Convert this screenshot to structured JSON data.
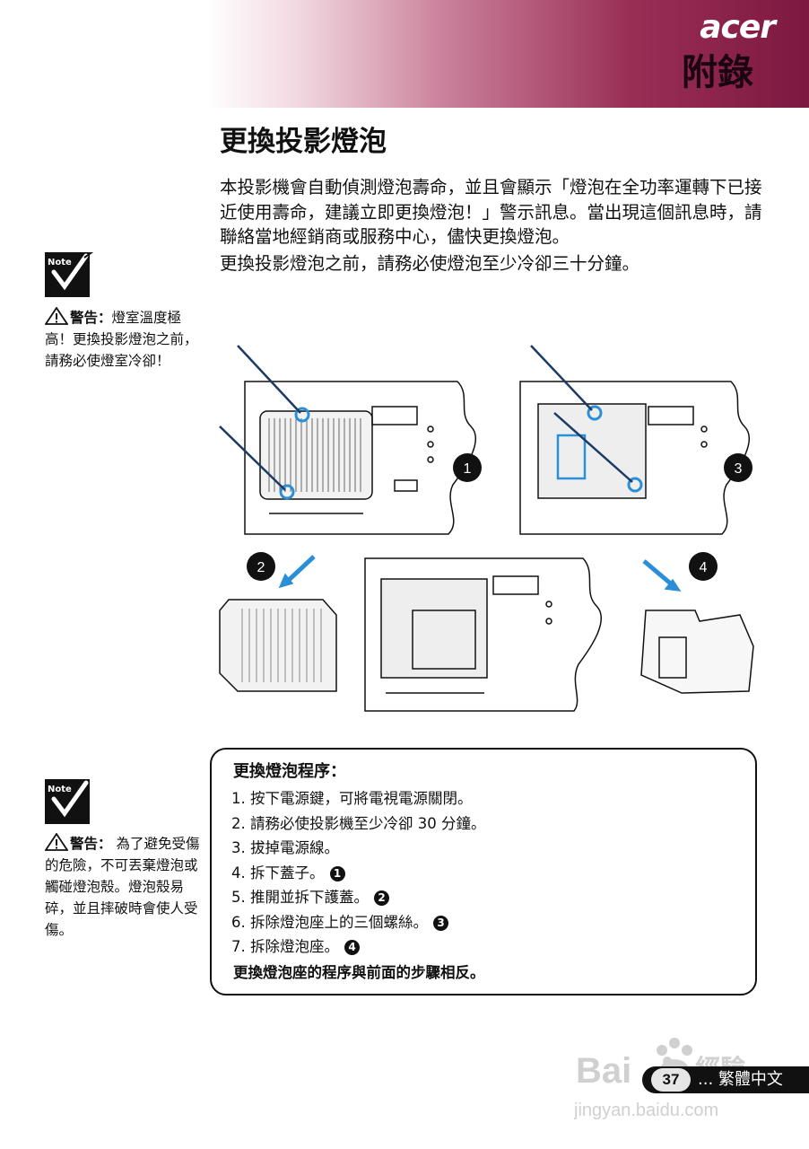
{
  "header": {
    "brand": "acer",
    "section": "附錄"
  },
  "title": "更換投影燈泡",
  "intro": "本投影機會自動偵測燈泡壽命，並且會顯示「燈泡在全功率運轉下已接近使用壽命，建議立即更換燈泡！」警示訊息。當出現這個訊息時，請聯絡當地經銷商或服務中心，儘快更換燈泡。",
  "intro2": "更換投影燈泡之前，請務必使燈泡至少冷卻三十分鐘。",
  "note_icon_label": "Note",
  "warning1": {
    "label": "警告：",
    "text": "燈室溫度極高！更換投影燈泡之前，請務必使燈室冷卻！"
  },
  "warning2": {
    "label": "警告：",
    "text": " 為了避免受傷的危險，不可丟棄燈泡或觸碰燈泡殼。燈泡殼易碎，並且摔破時會使人受傷。"
  },
  "figure": {
    "steps": [
      "1",
      "2",
      "3",
      "4"
    ]
  },
  "procedure": {
    "title": "更換燈泡程序：",
    "steps": [
      {
        "text": "1.  按下電源鍵，可將電視電源關閉。",
        "badge": ""
      },
      {
        "text": "2.  請務必使投影機至少冷卻 30 分鐘。",
        "badge": ""
      },
      {
        "text": "3.  拔掉電源線。",
        "badge": ""
      },
      {
        "text": "4.  拆下蓋子。",
        "badge": "1"
      },
      {
        "text": "5.  推開並拆下護蓋。",
        "badge": "2"
      },
      {
        "text": "6.  拆除燈泡座上的三個螺絲。",
        "badge": "3"
      },
      {
        "text": "7.  拆除燈泡座。",
        "badge": "4"
      }
    ],
    "closing": "更換燈泡座的程序與前面的步驟相反。"
  },
  "footer": {
    "page_number": "37",
    "language": "... 繁體中文"
  },
  "watermark": {
    "brand": "Bai",
    "brand2": "經驗",
    "url": "jingyan.baidu.com"
  }
}
